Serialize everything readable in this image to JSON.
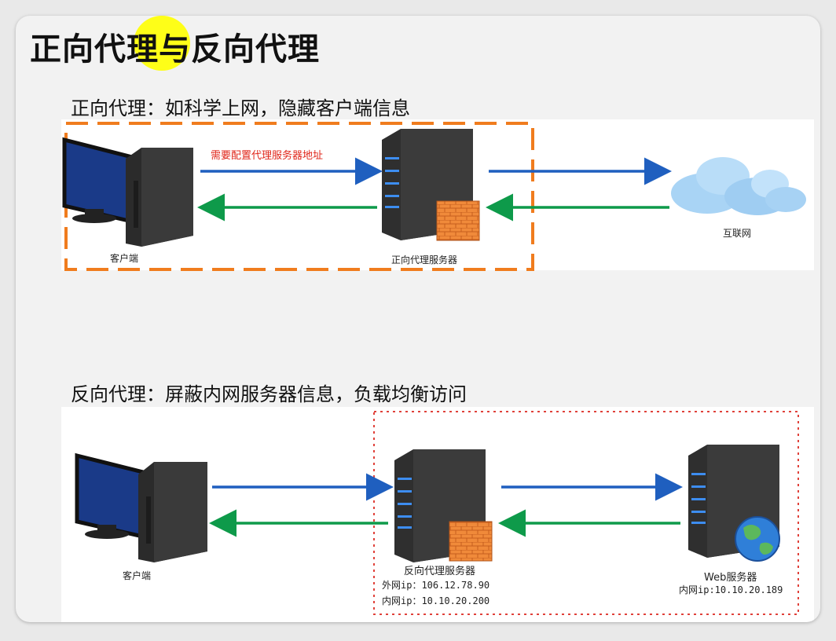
{
  "title": "正向代理与反向代理",
  "forward": {
    "heading": "正向代理：如科学上网，隐藏客户端信息",
    "client_label": "客户端",
    "proxy_label": "正向代理服务器",
    "internet_label": "互联网",
    "config_note": "需要配置代理服务器地址"
  },
  "reverse": {
    "heading": "反向代理：屏蔽内网服务器信息，负载均衡访问",
    "client_label": "客户端",
    "proxy_label": "反向代理服务器",
    "proxy_external_ip": "外网ip：106.12.78.90",
    "proxy_internal_ip": "内网ip：10.10.20.200",
    "web_label": "Web服务器",
    "web_internal_ip": "内网ip:10.10.20.189"
  },
  "colors": {
    "request_arrow": "#1f5fbf",
    "response_arrow": "#0e9a4a",
    "forward_frame": "#f07c1e",
    "reverse_frame": "#e0413a",
    "highlight": "#ffff00"
  }
}
